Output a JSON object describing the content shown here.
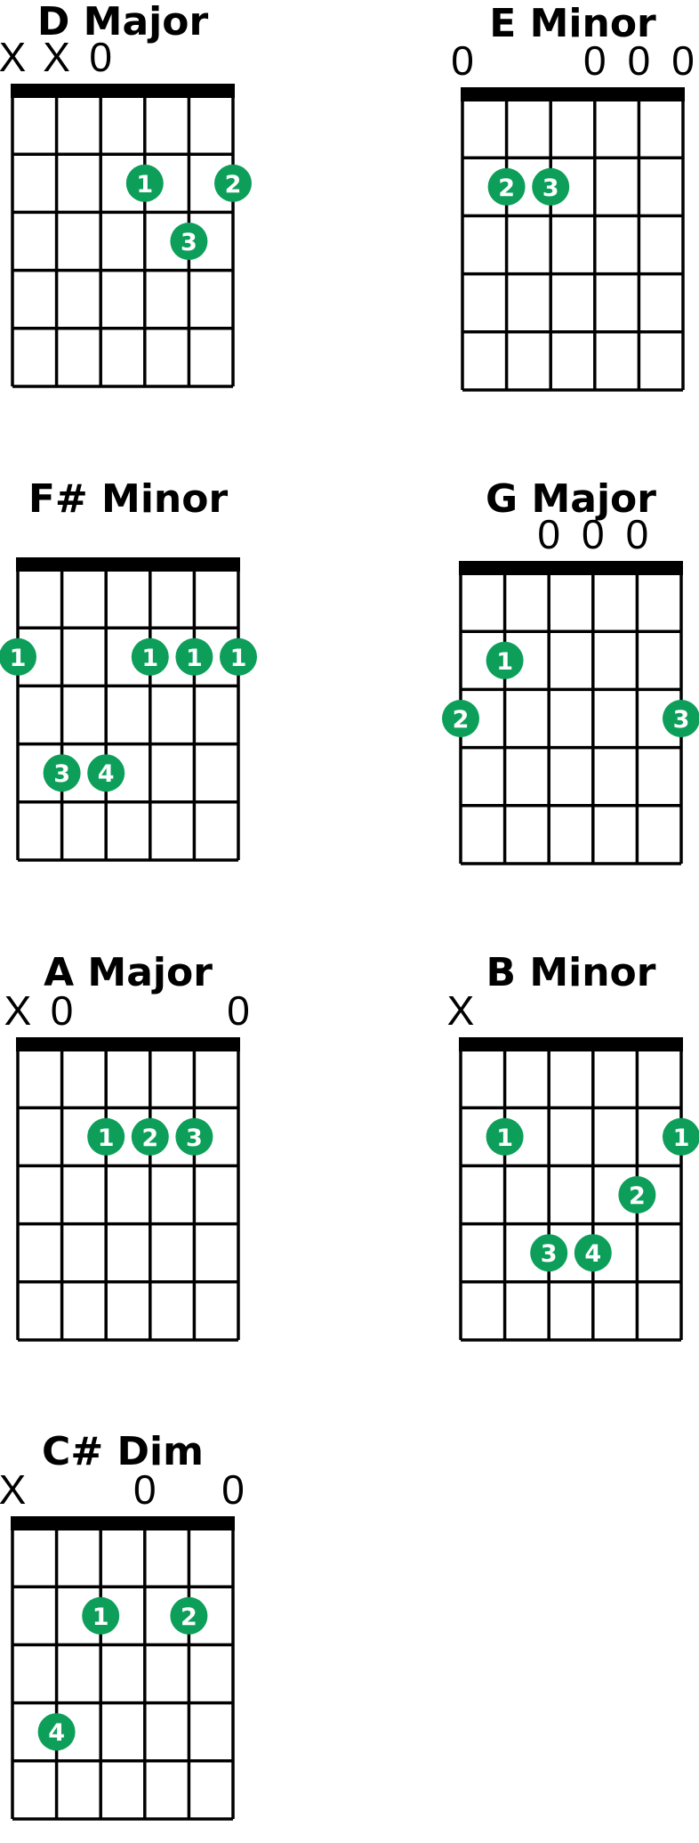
{
  "finger_color": "#0d9f5a",
  "line_color": "#000000",
  "chords": [
    {
      "name": "D Major",
      "markers": [
        "X",
        "X",
        "0",
        "",
        "",
        ""
      ],
      "fingers": [
        {
          "string": 4,
          "fret": 2,
          "finger": "1"
        },
        {
          "string": 6,
          "fret": 2,
          "finger": "2"
        },
        {
          "string": 5,
          "fret": 3,
          "finger": "3"
        }
      ]
    },
    {
      "name": "E Minor",
      "markers": [
        "0",
        "",
        "",
        "0",
        "0",
        "0"
      ],
      "fingers": [
        {
          "string": 2,
          "fret": 2,
          "finger": "2"
        },
        {
          "string": 3,
          "fret": 2,
          "finger": "3"
        }
      ]
    },
    {
      "name": "F# Minor",
      "markers": [
        "",
        "",
        "",
        "",
        "",
        ""
      ],
      "fingers": [
        {
          "string": 1,
          "fret": 2,
          "finger": "1"
        },
        {
          "string": 4,
          "fret": 2,
          "finger": "1"
        },
        {
          "string": 5,
          "fret": 2,
          "finger": "1"
        },
        {
          "string": 6,
          "fret": 2,
          "finger": "1"
        },
        {
          "string": 2,
          "fret": 4,
          "finger": "3"
        },
        {
          "string": 3,
          "fret": 4,
          "finger": "4"
        }
      ]
    },
    {
      "name": "G Major",
      "markers": [
        "",
        "",
        "0",
        "0",
        "0",
        ""
      ],
      "fingers": [
        {
          "string": 2,
          "fret": 2,
          "finger": "1"
        },
        {
          "string": 1,
          "fret": 3,
          "finger": "2"
        },
        {
          "string": 6,
          "fret": 3,
          "finger": "3"
        }
      ]
    },
    {
      "name": "A Major",
      "markers": [
        "X",
        "0",
        "",
        "",
        "",
        "0"
      ],
      "fingers": [
        {
          "string": 3,
          "fret": 2,
          "finger": "1"
        },
        {
          "string": 4,
          "fret": 2,
          "finger": "2"
        },
        {
          "string": 5,
          "fret": 2,
          "finger": "3"
        }
      ]
    },
    {
      "name": "B Minor",
      "markers": [
        "X",
        "",
        "",
        "",
        "",
        ""
      ],
      "fingers": [
        {
          "string": 2,
          "fret": 2,
          "finger": "1"
        },
        {
          "string": 6,
          "fret": 2,
          "finger": "1"
        },
        {
          "string": 5,
          "fret": 3,
          "finger": "2"
        },
        {
          "string": 3,
          "fret": 4,
          "finger": "3"
        },
        {
          "string": 4,
          "fret": 4,
          "finger": "4"
        }
      ]
    },
    {
      "name": "C# Dim",
      "markers": [
        "X",
        "",
        "",
        "0",
        "",
        "0"
      ],
      "fingers": [
        {
          "string": 3,
          "fret": 2,
          "finger": "1"
        },
        {
          "string": 5,
          "fret": 2,
          "finger": "2"
        },
        {
          "string": 2,
          "fret": 4,
          "finger": "4"
        }
      ]
    }
  ]
}
